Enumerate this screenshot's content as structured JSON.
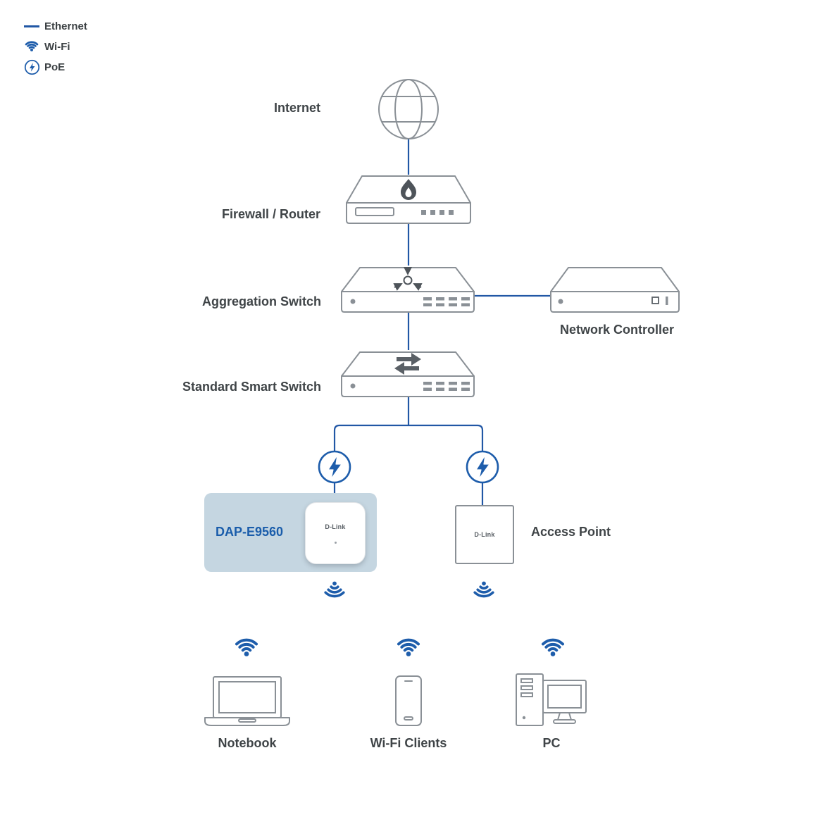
{
  "legend": {
    "items": [
      {
        "id": "ethernet",
        "label": "Ethernet"
      },
      {
        "id": "wifi",
        "label": "Wi-Fi"
      },
      {
        "id": "poe",
        "label": "PoE"
      }
    ]
  },
  "nodes": {
    "internet": {
      "label": "Internet"
    },
    "firewall_router": {
      "label": "Firewall / Router"
    },
    "aggregation_switch": {
      "label": "Aggregation Switch"
    },
    "network_controller": {
      "label": "Network Controller"
    },
    "standard_smart_switch": {
      "label": "Standard Smart Switch"
    },
    "dap_e9560": {
      "label": "DAP-E9560",
      "brand": "D-Link"
    },
    "access_point": {
      "label": "Access Point",
      "brand": "D-Link"
    },
    "notebook": {
      "label": "Notebook"
    },
    "wifi_clients": {
      "label": "Wi-Fi Clients"
    },
    "pc": {
      "label": "PC"
    }
  },
  "colors": {
    "ethernet_line": "#2157a5",
    "icon_blue": "#1e5dab",
    "highlight_fill": "#c5d6e1",
    "device_stroke": "#8a9096",
    "label_text": "#3f4447",
    "dap_label_blue": "#1a5dab"
  }
}
